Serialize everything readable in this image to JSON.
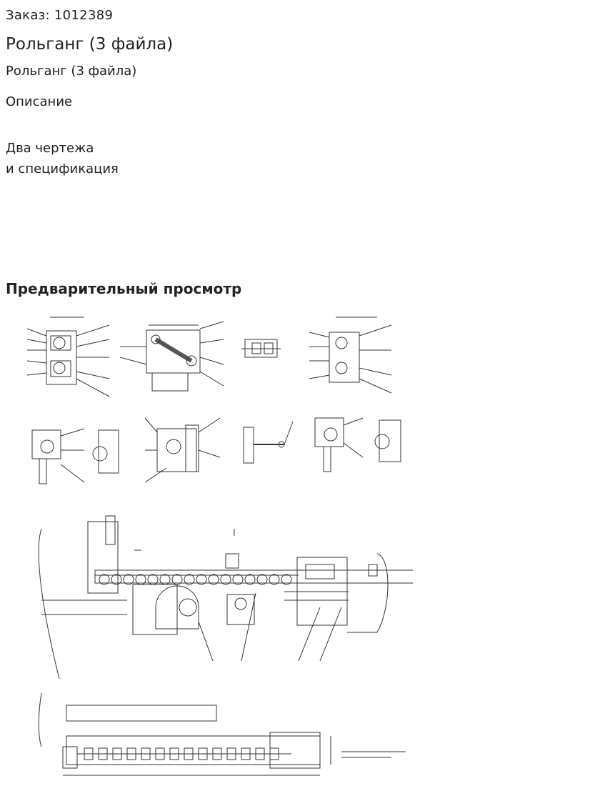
{
  "order": {
    "label": "Заказ: 1012389"
  },
  "product": {
    "title": "Рольганг (3 файла)",
    "subtitle": "Рольганг (3 файла)"
  },
  "description": {
    "heading": "Описание",
    "lines": [
      "Два чертежа",
      "и спецификация"
    ]
  },
  "preview": {
    "heading": "Предварительный просмотр",
    "image": "technical-drawing-roller-conveyor"
  }
}
